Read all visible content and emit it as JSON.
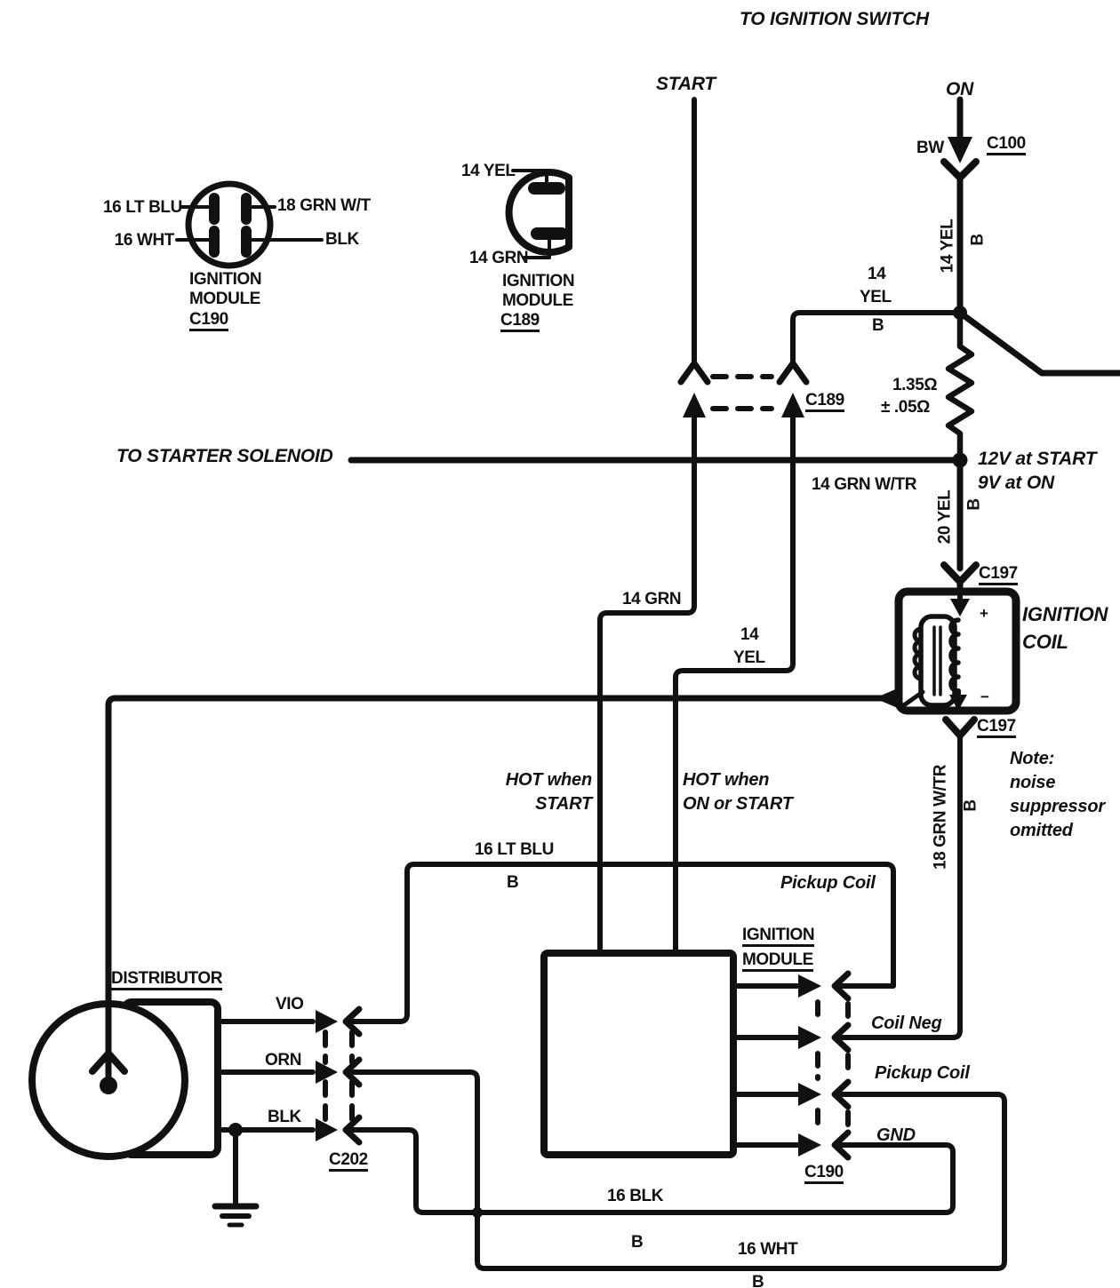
{
  "title": "TO IGNITION SWITCH",
  "switch": {
    "start": "START",
    "on": "ON"
  },
  "c100": {
    "wire": "BW",
    "code": "C100"
  },
  "c190_round": {
    "tl": "16 LT BLU",
    "tr": "18 GRN W/T",
    "bl": "16 WHT",
    "br": "BLK",
    "name1": "IGNITION",
    "name2": "MODULE",
    "code": "C190"
  },
  "c189_round": {
    "top": "14 YEL",
    "bottom": "14 GRN",
    "name1": "IGNITION",
    "name2": "MODULE",
    "code": "C189"
  },
  "c189_inline": {
    "code": "C189"
  },
  "resistor": {
    "ohms": "1.35Ω",
    "tol": "± .05Ω"
  },
  "solenoid": {
    "label": "TO STARTER SOLENOID",
    "v1": "12V at START",
    "v2": "9V at ON"
  },
  "wires": {
    "yel14_vert": "14 YEL",
    "yel14_vert_b": "B",
    "stack14": "14",
    "stackyel": "YEL",
    "stackb": "B",
    "grnwtr14": "14 GRN W/TR",
    "yel20": "20 YEL",
    "yel20_b": "B",
    "grnwtr18": "18 GRN W/TR",
    "grnwtr18_b": "B",
    "grn14": "14 GRN",
    "yeljog14": "14",
    "yeljogyel": "YEL",
    "ltblu16": "16 LT BLU",
    "ltblu16_b": "B",
    "blk16": "16 BLK",
    "blk16_b": "B",
    "wht16": "16 WHT",
    "wht16_b": "B"
  },
  "coil": {
    "c197_top": "C197",
    "c197_bot": "C197",
    "name1": "IGNITION",
    "name2": "COIL",
    "plus": "+",
    "minus": "−"
  },
  "note": {
    "l1": "Note:",
    "l2": "noise",
    "l3": "suppressor",
    "l4": "omitted"
  },
  "hot_start": {
    "l1": "HOT when",
    "l2": "START"
  },
  "hot_on": {
    "l1": "HOT when",
    "l2": "ON or START"
  },
  "module": {
    "pickup_top": "Pickup Coil",
    "name1": "IGNITION",
    "name2": "MODULE",
    "coil_neg": "Coil Neg",
    "pickup": "Pickup Coil",
    "gnd": "GND",
    "code": "C190"
  },
  "distributor": {
    "name": "DISTRIBUTOR",
    "vio": "VIO",
    "orn": "ORN",
    "blk": "BLK",
    "code": "C202"
  }
}
